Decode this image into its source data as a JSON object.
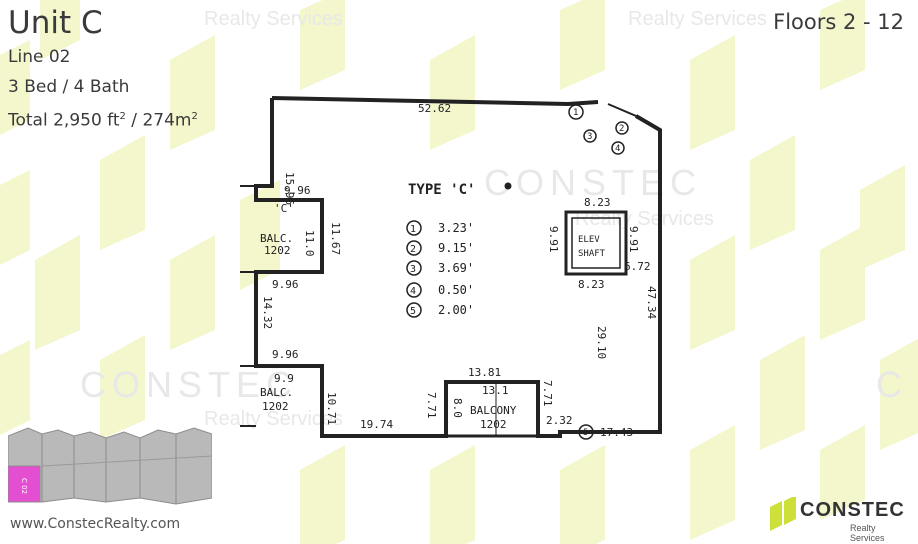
{
  "header": {
    "unit": "Unit C",
    "line": "Line 02",
    "beds_baths": "3 Bed / 4 Bath",
    "total_prefix": "Total 2,950 ft",
    "total_mid": " / 274m",
    "sup": "2",
    "floors": "Floors 2 - 12"
  },
  "watermark": {
    "brand": "CONSTEC",
    "sub": "Realty Services"
  },
  "plan": {
    "dims": {
      "top": "52.62",
      "left_upper": "15.96",
      "d996a": "9.96",
      "d996b": "9.96",
      "d996c": "9.96",
      "d1167": "11.67",
      "d1432": "14.32",
      "d1071": "10.71",
      "d1974": "19.74",
      "d1381": "13.81",
      "d771a": "7.71",
      "d771b": "7.71",
      "d232": "2.32",
      "d1743": "17.43",
      "d4734": "47.34",
      "d2910": "29.10",
      "d823a": "8.23",
      "d823b": "8.23",
      "d991a": "9.91",
      "d991b": "9.91",
      "d672": "6.72",
      "d80": "8.0",
      "d131": "13.1",
      "d99": "9.9",
      "d110": "11.0"
    },
    "type_label": "TYPE 'C'",
    "balc_label": "BALC.",
    "balc_num": "1202",
    "balcony_label": "BALCONY",
    "balcony_num": "1202",
    "elev_top": "ELEV",
    "elev_bot": "SHAFT",
    "c_mark": "'C'",
    "legend": [
      {
        "n": "1",
        "v": "3.23'"
      },
      {
        "n": "2",
        "v": "9.15'"
      },
      {
        "n": "3",
        "v": "3.69'"
      },
      {
        "n": "4",
        "v": "0.50'"
      },
      {
        "n": "5",
        "v": "2.00'"
      }
    ],
    "callouts": [
      "1",
      "2",
      "3",
      "4",
      "5"
    ]
  },
  "keymap": {
    "label": "C 02"
  },
  "footer": {
    "website": "www.ConstecRealty.com"
  },
  "logo": {
    "name": "CONSTEC",
    "sub": "Realty Services"
  },
  "colors": {
    "watermark": "#f4f6cc",
    "highlight": "#e44fd1",
    "logo_green": "#cde039"
  }
}
